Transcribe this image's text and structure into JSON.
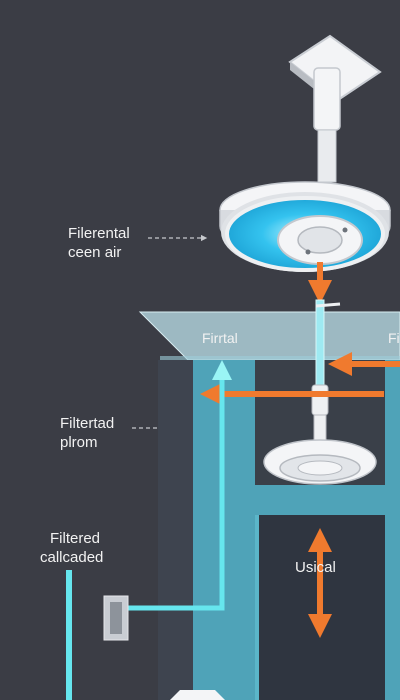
{
  "labels": {
    "filtered_clean_air": [
      "Filerental",
      "ceen air"
    ],
    "filtered_plenum": [
      "Filtertad",
      "plrom"
    ],
    "filtered_cascaded": [
      "Filtered",
      "callcaded"
    ],
    "filter_panel_left": "Firrtal",
    "filter_panel_right": "Fi",
    "vertical": "Usical"
  },
  "colors": {
    "background": "#3b3d45",
    "duct_teal": "#4fa3b8",
    "duct_dark": "#2f3540",
    "clean_air_cyan": "#66e6ee",
    "flow_orange": "#f07a2e",
    "fixture_white": "#eef0f2",
    "glow_blue": "#34c3ef"
  }
}
